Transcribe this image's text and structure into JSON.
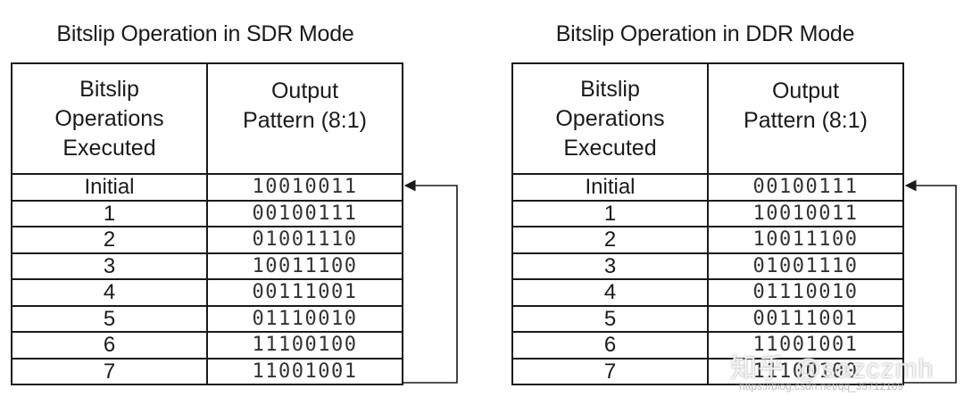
{
  "sdr": {
    "title": "Bitslip Operation in SDR Mode",
    "header": {
      "col1": [
        "Bitslip",
        "Operations",
        "Executed"
      ],
      "col2": [
        "Output",
        "Pattern (8:1)"
      ]
    },
    "rows": [
      {
        "op": "Initial",
        "pattern": "10010011"
      },
      {
        "op": "1",
        "pattern": "00100111"
      },
      {
        "op": "2",
        "pattern": "01001110"
      },
      {
        "op": "3",
        "pattern": "10011100"
      },
      {
        "op": "4",
        "pattern": "00111001"
      },
      {
        "op": "5",
        "pattern": "01110010"
      },
      {
        "op": "6",
        "pattern": "11100100"
      },
      {
        "op": "7",
        "pattern": "11001001"
      }
    ]
  },
  "ddr": {
    "title": "Bitslip Operation in DDR Mode",
    "header": {
      "col1": [
        "Bitslip",
        "Operations",
        "Executed"
      ],
      "col2": [
        "Output",
        "Pattern (8:1)"
      ]
    },
    "rows": [
      {
        "op": "Initial",
        "pattern": "00100111"
      },
      {
        "op": "1",
        "pattern": "10010011"
      },
      {
        "op": "2",
        "pattern": "10011100"
      },
      {
        "op": "3",
        "pattern": "01001110"
      },
      {
        "op": "4",
        "pattern": "01110010"
      },
      {
        "op": "5",
        "pattern": "00111001"
      },
      {
        "op": "6",
        "pattern": "11001001"
      },
      {
        "op": "7",
        "pattern": "11100100"
      }
    ]
  },
  "watermark": {
    "text": "知乎 @sazczmh",
    "url": "https://blog.csdn.net/qq_35712169"
  },
  "colors": {
    "line": "#1a1a1a",
    "text": "#1a1a1a"
  }
}
